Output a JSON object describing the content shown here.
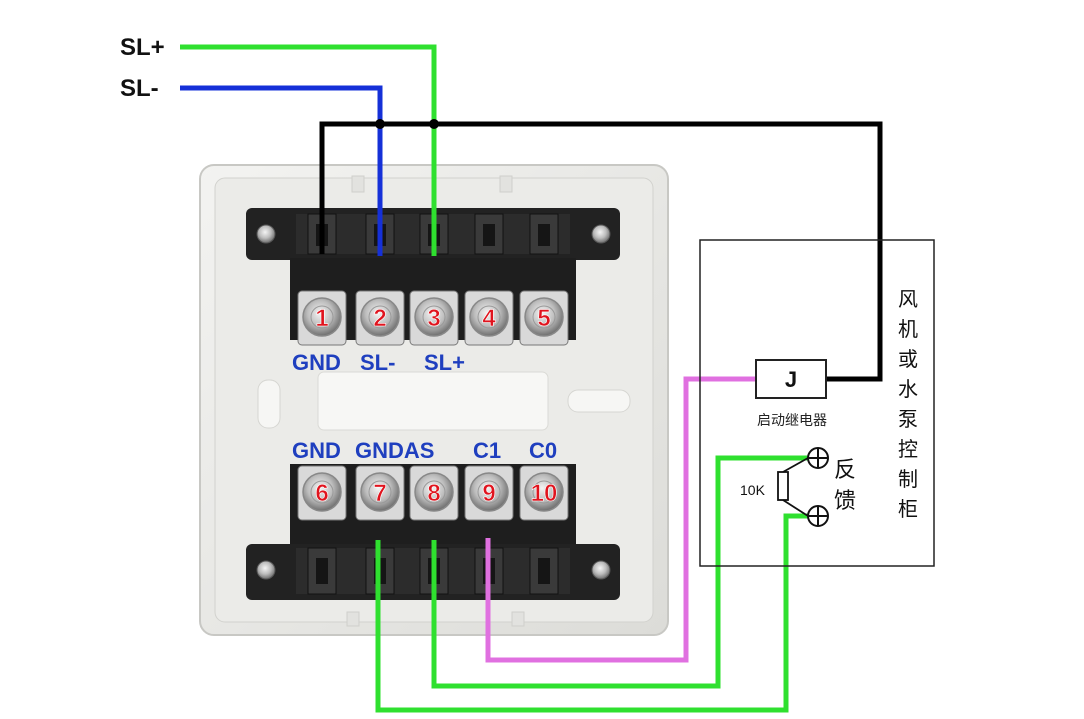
{
  "wire_labels": {
    "sl_plus": "SL+",
    "sl_minus": "SL-"
  },
  "terminals_top": [
    "1",
    "2",
    "3",
    "4",
    "5"
  ],
  "terminals_bottom": [
    "6",
    "7",
    "8",
    "9",
    "10"
  ],
  "top_terminal_labels": {
    "gnd": "GND",
    "sl_minus": "SL-",
    "sl_plus": "SL+"
  },
  "bottom_terminal_labels": {
    "gnd": "GND",
    "gndas": "GNDAS",
    "c1": "C1",
    "c0": "C0"
  },
  "control_cabinet": {
    "relay_symbol": "J",
    "relay_caption": "启动继电器",
    "resistor_value": "10K",
    "feedback_chars": [
      "反",
      "馈"
    ],
    "title_chars": [
      "风",
      "机",
      "或",
      "水",
      "泵",
      "控",
      "制",
      "柜"
    ]
  },
  "colors": {
    "wire_green": "#2fe02f",
    "wire_blue": "#1530d8",
    "wire_black": "#000000",
    "wire_pink": "#e070e0",
    "label_blue": "#1f3fbf",
    "number_red": "#e0141e"
  }
}
